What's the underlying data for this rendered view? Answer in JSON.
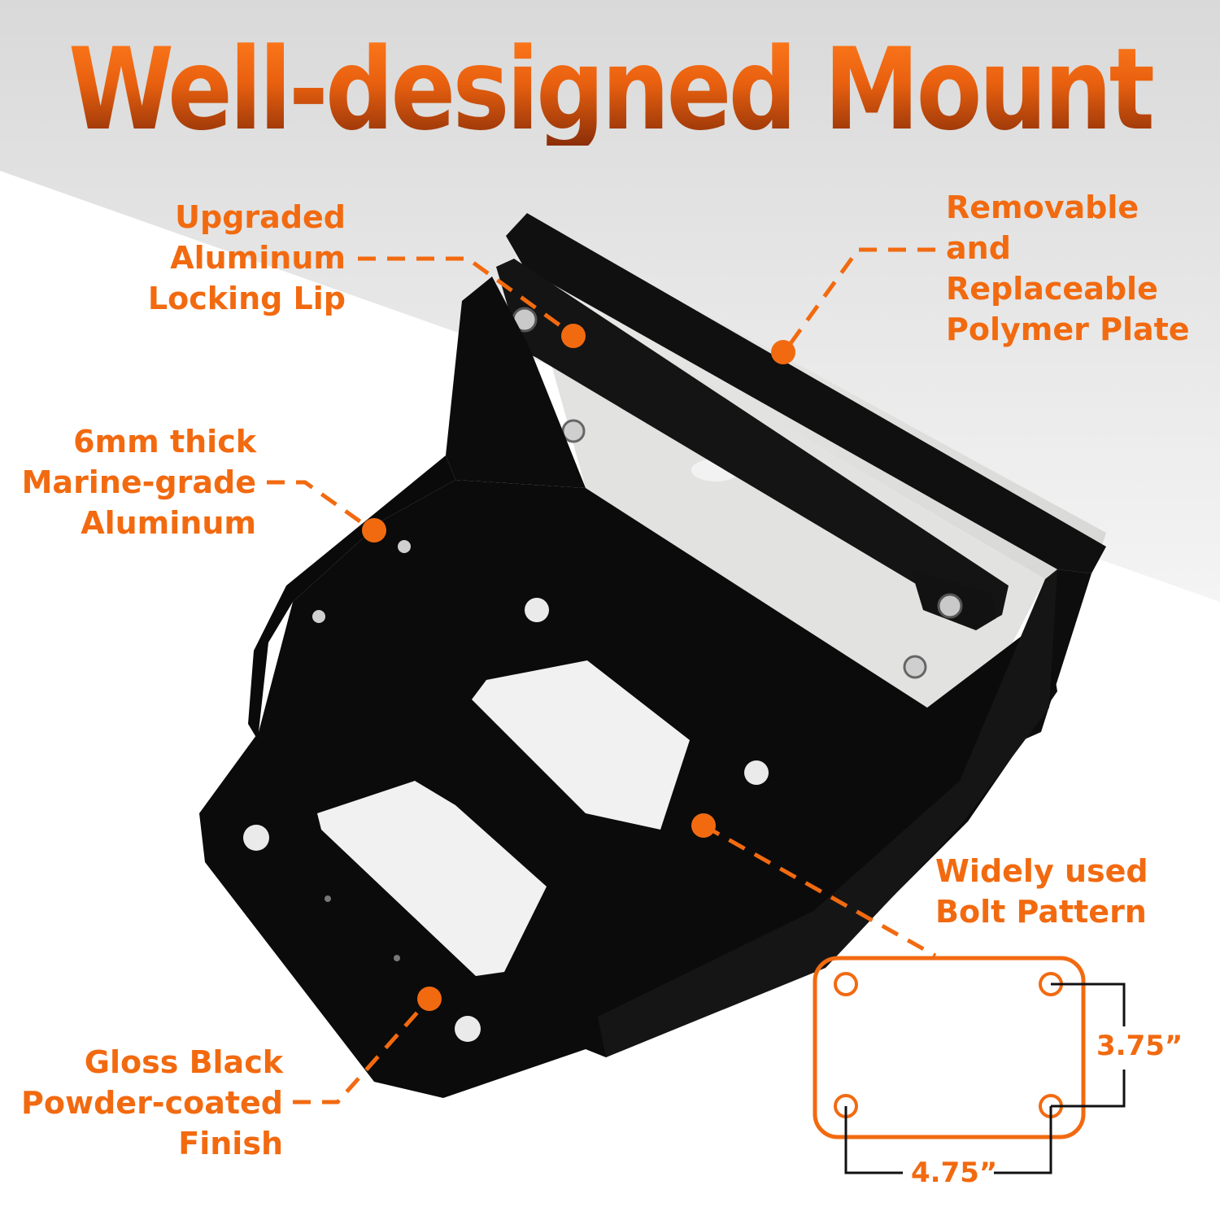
{
  "title": "Well-designed Mount",
  "callouts": {
    "locking_lip": "Upgraded\nAluminum\nLocking Lip",
    "polymer_plate": "Removable and\nReplaceable\nPolymer Plate",
    "aluminum": "6mm thick\nMarine-grade\nAluminum",
    "finish": "Gloss Black\nPowder-coated\nFinish",
    "bolt_pattern": "Widely used\nBolt Pattern"
  },
  "dimensions": {
    "height": "3.75”",
    "width": "4.75”"
  },
  "colors": {
    "accent": "#f26a10",
    "bracket": "#0b0b0b",
    "plate": "#e4e4e2"
  }
}
